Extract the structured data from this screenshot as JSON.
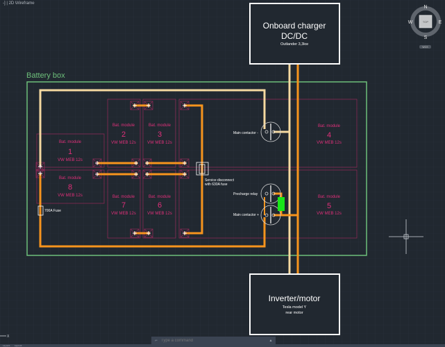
{
  "viewport": {
    "view_controls": "-]",
    "visual_style": "2D Wireframe"
  },
  "viewcube": {
    "north": "N",
    "south": "S",
    "east": "E",
    "west": "W",
    "face": "TOP",
    "wcs": "WCS"
  },
  "battery_box": {
    "label": "Battery box"
  },
  "modules": [
    {
      "title": "Bat. module",
      "number": "1",
      "type": "VW MEB 12s"
    },
    {
      "title": "Bat. module",
      "number": "2",
      "type": "VW MEB 12s"
    },
    {
      "title": "Bat. module",
      "number": "3",
      "type": "VW MEB 12s"
    },
    {
      "title": "Bat. module",
      "number": "4",
      "type": "VW MEB 12s"
    },
    {
      "title": "Bat. module",
      "number": "5",
      "type": "VW MEB 12s"
    },
    {
      "title": "Bat. module",
      "number": "6",
      "type": "VW MEB 12s"
    },
    {
      "title": "Bat. module",
      "number": "7",
      "type": "VW MEB 12s"
    },
    {
      "title": "Bat. module",
      "number": "8",
      "type": "VW MEB 12s"
    }
  ],
  "charger": {
    "title_line1": "Onboard charger",
    "title_line2": "DC/DC",
    "subtitle": "Outlander 3,3kw"
  },
  "inverter": {
    "title": "Inverter/motor",
    "subtitle_line1": "Tesla model Y",
    "subtitle_line2": "rear motor"
  },
  "labels": {
    "main_contactor_minus": "Main contactor -",
    "main_contactor_plus": "Main contactor +",
    "precharge_relay": "Precharge relay",
    "service_disconnect_line1": "Service disconnect",
    "service_disconnect_line2": "with 630A fuse",
    "fuse": "700A Fuse"
  },
  "command_line": {
    "placeholder": "Type a command"
  },
  "status_bar": {
    "tabs": [
      "Layout1",
      "Layout2"
    ]
  },
  "colors": {
    "background": "#212830",
    "module": "#e0307a",
    "wire_positive": "#f7941d",
    "wire_negative": "#f5d9a0",
    "battery_box": "#6dbf7a",
    "resistor": "#19e619",
    "box_border": "#ffffff"
  }
}
